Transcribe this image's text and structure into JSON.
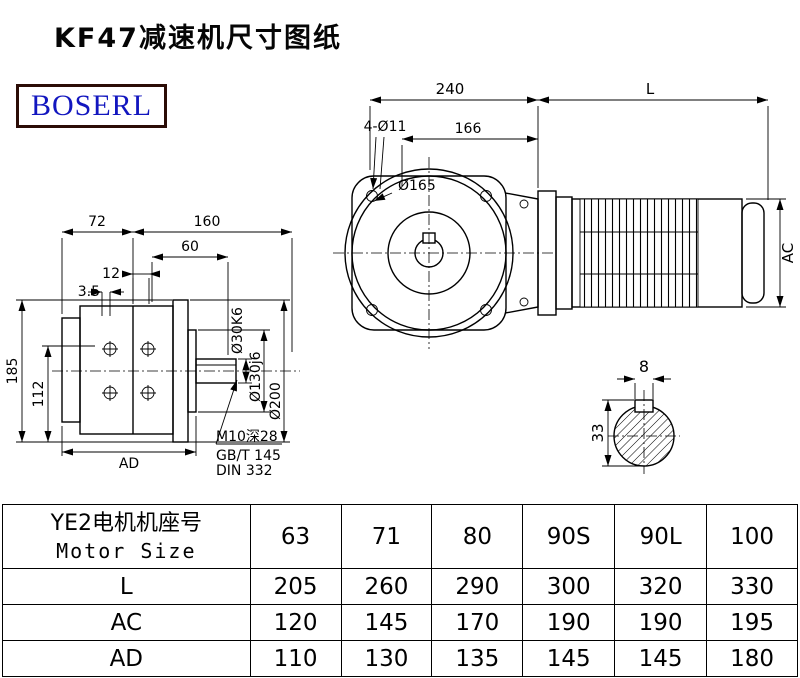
{
  "page": {
    "title": "KF47减速机尺寸图纸"
  },
  "logo": {
    "text": "BOSERL"
  },
  "drawing": {
    "front_view": {
      "dim_240": "240",
      "dim_L": "L",
      "bolt_note": "4-Ø11",
      "dim_166": "166",
      "flange_dia": "Ø165"
    },
    "motor_view": {
      "dim_AC": "AC"
    },
    "side_view": {
      "dim_72": "72",
      "dim_160": "160",
      "dim_60": "60",
      "dim_12": "12",
      "dim_3_5": "3.5",
      "dim_185": "185",
      "dim_112": "112",
      "dim_AD": "AD",
      "shaft_dia": "Ø30K6",
      "spigot_dia": "Ø130j6",
      "flange_od": "Ø200",
      "tap_note": "M10深28",
      "std_gb": "GB/T 145",
      "std_din": "DIN 332"
    },
    "shaft_section": {
      "key_width": "8",
      "dim_33": "33"
    }
  },
  "table": {
    "header_cn": "YE2电机机座号",
    "header_en": "Motor Size",
    "sizes": [
      "63",
      "71",
      "80",
      "90S",
      "90L",
      "100"
    ],
    "rows": [
      {
        "label": "L",
        "values": [
          "205",
          "260",
          "290",
          "300",
          "320",
          "330"
        ]
      },
      {
        "label": "AC",
        "values": [
          "120",
          "145",
          "170",
          "190",
          "190",
          "195"
        ]
      },
      {
        "label": "AD",
        "values": [
          "110",
          "130",
          "135",
          "145",
          "145",
          "180"
        ]
      }
    ]
  }
}
